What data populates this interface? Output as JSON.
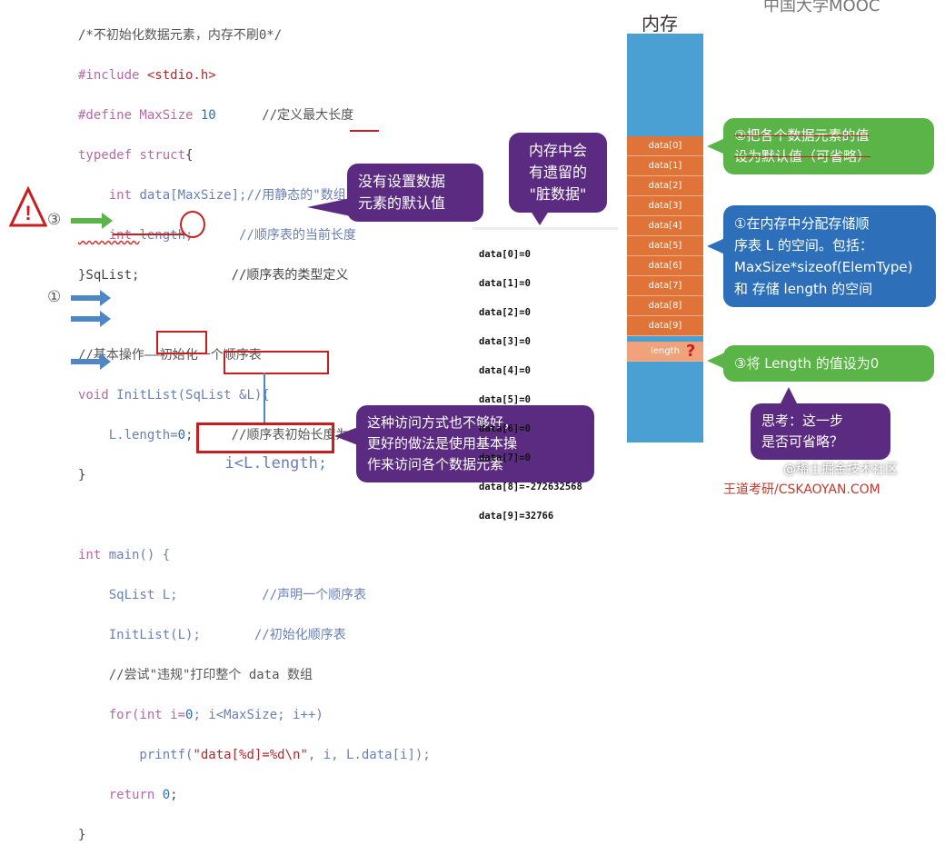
{
  "code": {
    "l1": "/*不初始化数据元素，内存不刷0*/",
    "l2a": "#include ",
    "l2b": "<stdio.h>",
    "l3a": "#define MaxSize ",
    "l3b": "10",
    "l3c": "      //定义最大长度",
    "l4a": "typedef ",
    "l4b": "struct",
    "l4c": "{",
    "l5a": "    int ",
    "l5b": "data[MaxSize];//用静态的\"数组\"存放数据元素",
    "l6a": "    int ",
    "l6b": "length;      //顺序表的当前长度",
    "l7": "}SqList;            //顺序表的类型定义",
    "l8": "//基本操作——初始化一个顺序表",
    "l9a": "void ",
    "l9b": "InitList(SqList &L){",
    "l10a": "    L.length=",
    "l10b": "0",
    "l10c": ";     //顺序表初始长度为0",
    "l11": "}",
    "l12a": "int ",
    "l12b": "main() {",
    "l13": "    SqList L;           //声明一个顺序表",
    "l14": "    InitList(L);       //初始化顺序表",
    "l15": "    //尝试\"违规\"打印整个 data 数组",
    "l16a": "    for(int i=",
    "l16b": "0",
    "l16c": "; i<MaxSize; i++)",
    "l17a": "        printf(",
    "l17b": "\"data[%d]=%d\\n\"",
    "l17c": ", i, L.data[i]);",
    "l18a": "    return ",
    "l18b": "0",
    "l18c": ";",
    "l19": "}",
    "replace": "i<L.length;"
  },
  "markers": {
    "step3": "③",
    "step1": "①",
    "warning": "!"
  },
  "output": [
    "data[0]=0",
    "data[1]=0",
    "data[2]=0",
    "data[3]=0",
    "data[4]=0",
    "data[5]=0",
    "data[6]=0",
    "data[7]=0",
    "data[8]=-272632568",
    "data[9]=32766"
  ],
  "memory": {
    "title": "内存",
    "cells": [
      "data[0]",
      "data[1]",
      "data[2]",
      "data[3]",
      "data[4]",
      "data[5]",
      "data[6]",
      "data[7]",
      "data[8]",
      "data[9]"
    ],
    "length_cell": "length",
    "question": "?"
  },
  "callouts": {
    "no_default": "没有设置数据\n元素的默认值",
    "dirty_data": "内存中会\n有遗留的\n\"脏数据\"",
    "better_way": "这种访问方式也不够好，\n更好的做法是使用基本操\n作来访问各个数据元素",
    "set_default": "②把各个数据元素的值\n设为默认值（可省略）",
    "alloc": "①在内存中分配存储顺\n序表 L 的空间。包括：\nMaxSize*sizeof(ElemType)\n和 存储 length 的空间",
    "set_length": "③将 Length 的值设为0",
    "think": "思考：这一步\n是否可省略？"
  },
  "watermark": {
    "logo": "中国大学MOOC",
    "juejin": "@稀土掘金技术社区",
    "wangdao": "王道考研/CSKAOYAN.COM"
  },
  "colors": {
    "memory_bg": "#4a9fd3",
    "cell": "#e07438",
    "purple": "#5b2b82",
    "green": "#5ab447",
    "blue": "#2d6fb8"
  }
}
